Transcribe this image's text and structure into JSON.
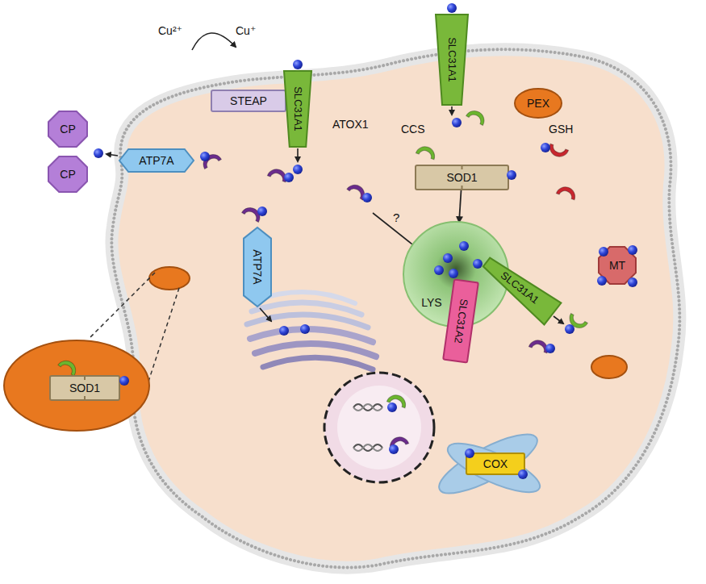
{
  "diagram": {
    "nodes": [
      {
        "text": [
          "CP"
        ]
      },
      {
        "text": [
          "CP"
        ]
      },
      {
        "text": [
          "STEAP"
        ]
      },
      {
        "text": [
          "SLC31A1"
        ]
      },
      {
        "text": [
          "SLC31A1"
        ]
      },
      {
        "text": [
          "PEX"
        ]
      },
      {
        "text": [
          "ATP7A"
        ]
      },
      {
        "text": [
          "SOD1"
        ]
      },
      {
        "text": [
          "ATP7A"
        ]
      },
      {
        "text": [
          "LYS"
        ]
      },
      {
        "text": [
          "SLC31A2"
        ]
      },
      {
        "text": [
          "SLC31A1"
        ]
      },
      {
        "text": [
          "MT"
        ]
      },
      {
        "text": [
          "SOD1"
        ]
      },
      {
        "text": [
          "COX"
        ]
      }
    ],
    "edges": [
      {
        "from": 7,
        "to": 9,
        "arrow": "to"
      }
    ],
    "labels": [
      "Cu²⁺",
      "Cu⁺",
      "ATOX1",
      "?",
      "CCS",
      "GSH"
    ]
  }
}
